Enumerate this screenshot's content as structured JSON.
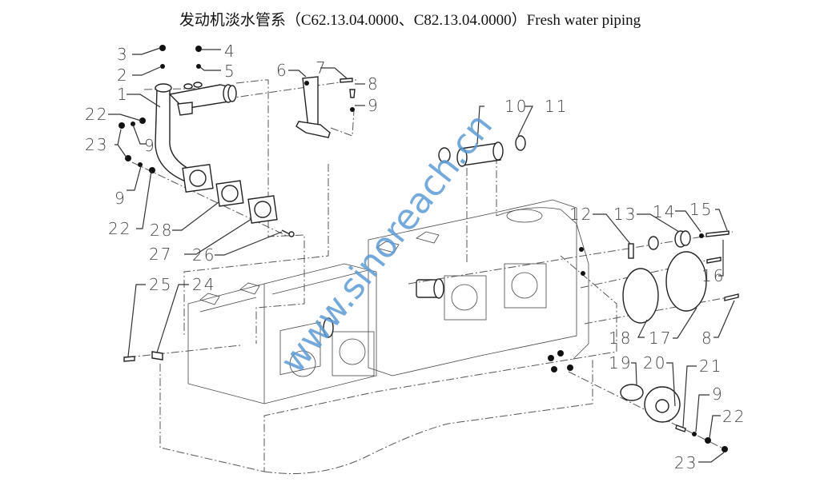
{
  "title": "发动机淡水管系（C62.13.04.0000、C82.13.04.0000）Fresh water piping",
  "watermark": "www.sinoreach.cn",
  "colors": {
    "watermark": "#5b9bd5",
    "line": "#333333"
  },
  "callouts": {
    "c1": "1",
    "c2": "2",
    "c3": "3",
    "c4": "4",
    "c5": "5",
    "c6": "6",
    "c7": "7",
    "c8a": "8",
    "c8b": "8",
    "c9a": "9",
    "c9b": "9",
    "c9c": "9",
    "c9d": "9",
    "c10": "10",
    "c11": "11",
    "c12": "12",
    "c13": "13",
    "c14": "14",
    "c15": "15",
    "c16": "16",
    "c17": "17",
    "c18": "18",
    "c19": "19",
    "c20": "20",
    "c21": "21",
    "c22a": "22",
    "c22b": "22",
    "c22c": "22",
    "c23a": "23",
    "c23b": "23",
    "c24": "24",
    "c25": "25",
    "c26": "26",
    "c27": "27",
    "c28": "28"
  }
}
